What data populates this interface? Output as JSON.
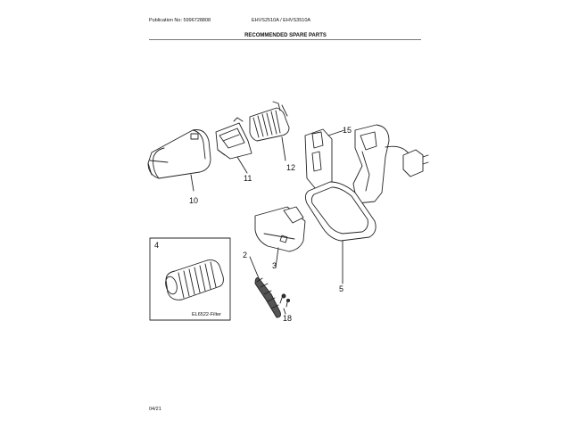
{
  "header": {
    "publication": "Publication No: 5996728808",
    "models": "EHVS2510A / EHVS3510A",
    "title": "RECOMMENDED SPARE PARTS"
  },
  "parts": {
    "p2": "2",
    "p3": "3",
    "p4": "4",
    "p5": "5",
    "p10": "10",
    "p11": "11",
    "p12": "12",
    "p15": "15",
    "p18": "18"
  },
  "inset": {
    "caption": "EL6522-Filter"
  },
  "footer": {
    "date": "04/21"
  }
}
